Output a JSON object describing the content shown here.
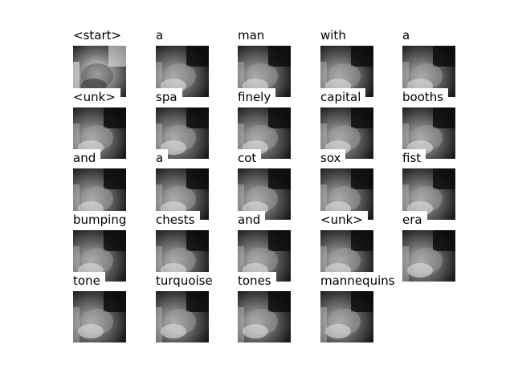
{
  "figure": {
    "words": [
      "<start>",
      "a",
      "man",
      "with",
      "a",
      "<unk>",
      "spa",
      "finely",
      "capital",
      "booths",
      "and",
      "a",
      "cot",
      "sox",
      "fist",
      "bumping",
      "chests",
      "and",
      "<unk>",
      "era",
      "tone",
      "turquoise",
      "tones",
      "mannequins"
    ],
    "columns": 5,
    "panel_style": {
      "first": "original-grayscale-photo",
      "others": "attention-heatmap-overlay"
    }
  }
}
